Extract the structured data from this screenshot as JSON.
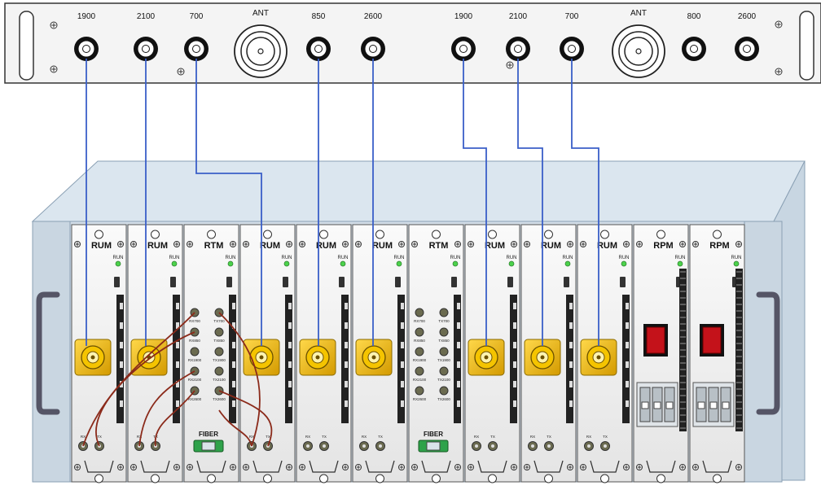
{
  "panel": {
    "left_ports": [
      "1900",
      "2100",
      "700",
      "ANT",
      "850",
      "2600"
    ],
    "right_ports": [
      "1900",
      "2100",
      "700",
      "ANT",
      "800",
      "2600"
    ]
  },
  "modules": [
    {
      "label": "RUM",
      "type": "rum"
    },
    {
      "label": "RUM",
      "type": "rum"
    },
    {
      "label": "RTM",
      "type": "rtm"
    },
    {
      "label": "RUM",
      "type": "rum"
    },
    {
      "label": "RUM",
      "type": "rum"
    },
    {
      "label": "RUM",
      "type": "rum"
    },
    {
      "label": "RTM",
      "type": "rtm"
    },
    {
      "label": "RUM",
      "type": "rum"
    },
    {
      "label": "RUM",
      "type": "rum"
    },
    {
      "label": "RUM",
      "type": "rum"
    },
    {
      "label": "RPM",
      "type": "rpm"
    },
    {
      "label": "RPM",
      "type": "rpm"
    }
  ],
  "run_label": "RUN",
  "rum_port_labels": {
    "rx": "RX",
    "tx": "TX"
  },
  "rtm_ports_left": [
    "RX700",
    "RX850",
    "RX1900",
    "RX2100",
    "RX2600"
  ],
  "rtm_ports_right": [
    "TX700",
    "TX850",
    "TX1900",
    "TX2100",
    "TX2600"
  ],
  "fiber_label": "FIBER",
  "colors": {
    "cable": "#3a5fc8",
    "jumper": "#8b2a1a",
    "connector": "#e8b400",
    "switch": "#c4121a",
    "chassis": "#cfdbe6"
  }
}
